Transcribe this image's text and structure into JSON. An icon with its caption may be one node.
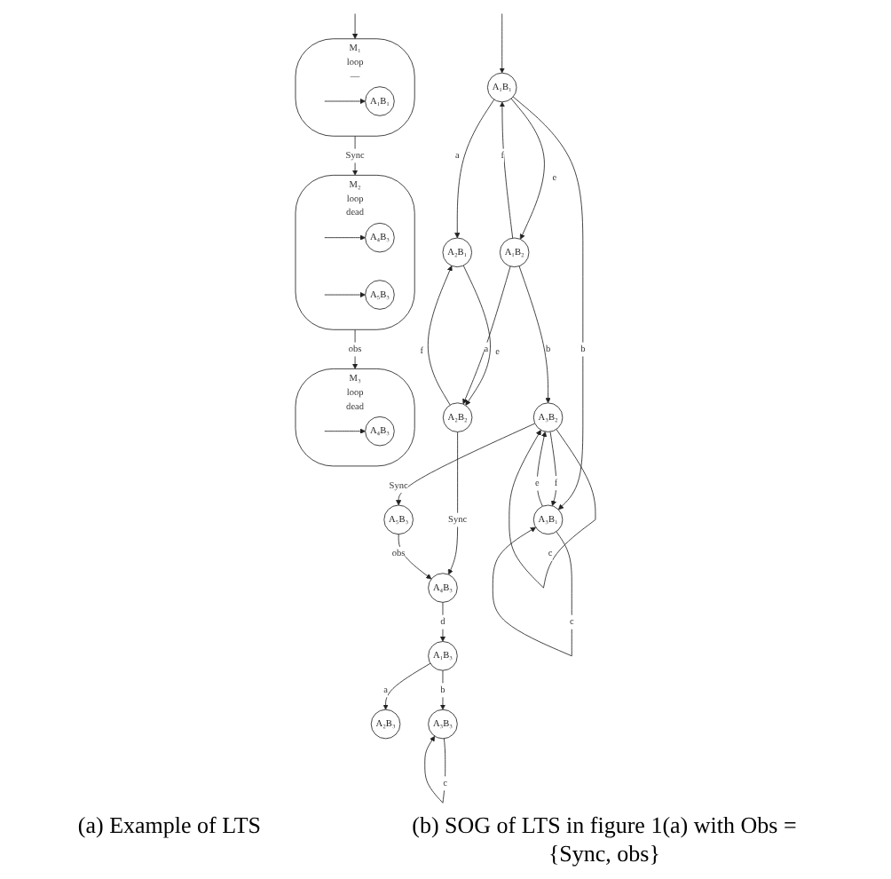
{
  "diagram": {
    "nodes": [
      {
        "text": [
          "A₁B₁"
        ]
      },
      {
        "text": [
          "A₂B₁"
        ]
      },
      {
        "text": [
          "A₁B₂"
        ]
      },
      {
        "text": [
          "A₃B₁"
        ]
      },
      {
        "text": [
          "A₂B₂"
        ]
      },
      {
        "text": [
          "A₃B₂"
        ]
      },
      {
        "text": [
          "A₄B₃"
        ]
      },
      {
        "text": [
          "A₅B₃"
        ]
      },
      {
        "text": [
          "A₁B₃"
        ]
      },
      {
        "text": [
          "A₂B₃"
        ]
      },
      {
        "text": [
          "A₃B₃"
        ]
      },
      {
        "text": [
          "M₁",
          "loop",
          "—"
        ]
      },
      {
        "text": [
          "A₁B₁"
        ],
        "in": 11
      },
      {
        "text": [
          "M₂",
          "loop",
          "dead"
        ]
      },
      {
        "text": [
          "A₄B₃"
        ],
        "in": 13
      },
      {
        "text": [
          "A₅B₃"
        ],
        "in": 13
      },
      {
        "text": [
          "M₃",
          "loop",
          "dead"
        ]
      },
      {
        "text": [
          "A₄B₃"
        ],
        "in": 16
      }
    ],
    "edges": [
      {
        "from": null,
        "to": 0,
        "arrow": "to"
      },
      {
        "from": 0,
        "to": 1,
        "arrow": "to",
        "label": "a"
      },
      {
        "from": 0,
        "to": 2,
        "arrow": "to",
        "label": "e"
      },
      {
        "from": 2,
        "to": 0,
        "arrow": "to",
        "label": "f"
      },
      {
        "from": 0,
        "to": 3,
        "arrow": "to",
        "label": "b"
      },
      {
        "from": 3,
        "to": 3,
        "arrow": "to",
        "label": "c"
      },
      {
        "from": 1,
        "to": 4,
        "arrow": "to",
        "label": "e"
      },
      {
        "from": 4,
        "to": 1,
        "arrow": "to",
        "label": "f"
      },
      {
        "from": 2,
        "to": 4,
        "arrow": "to",
        "label": "a"
      },
      {
        "from": 2,
        "to": 5,
        "arrow": "to",
        "label": "b"
      },
      {
        "from": 3,
        "to": 5,
        "arrow": "to",
        "label": "e"
      },
      {
        "from": 5,
        "to": 3,
        "arrow": "to",
        "label": "f"
      },
      {
        "from": 5,
        "to": 5,
        "arrow": "to",
        "label": "c"
      },
      {
        "from": 4,
        "to": 6,
        "arrow": "to",
        "label": "Sync"
      },
      {
        "from": 5,
        "to": 7,
        "arrow": "to",
        "label": "Sync"
      },
      {
        "from": 7,
        "to": 6,
        "arrow": "to",
        "label": "obs"
      },
      {
        "from": 6,
        "to": 8,
        "arrow": "to",
        "label": "d"
      },
      {
        "from": 8,
        "to": 9,
        "arrow": "to",
        "label": "a"
      },
      {
        "from": 8,
        "to": 10,
        "arrow": "to",
        "label": "b"
      },
      {
        "from": 10,
        "to": 10,
        "arrow": "to",
        "label": "c"
      },
      {
        "from": null,
        "to": 11,
        "arrow": "to"
      },
      {
        "from": null,
        "to": 12,
        "arrow": "to"
      },
      {
        "from": 11,
        "to": 13,
        "arrow": "to",
        "label": "Sync"
      },
      {
        "from": null,
        "to": 14,
        "arrow": "to"
      },
      {
        "from": null,
        "to": 15,
        "arrow": "to"
      },
      {
        "from": 13,
        "to": 16,
        "arrow": "to",
        "label": "obs"
      },
      {
        "from": null,
        "to": 17,
        "arrow": "to"
      }
    ],
    "labels": [
      "(a) Example of LTS",
      "(b) SOG of LTS in figure 1(a) with Obs = {Sync, obs}"
    ]
  }
}
